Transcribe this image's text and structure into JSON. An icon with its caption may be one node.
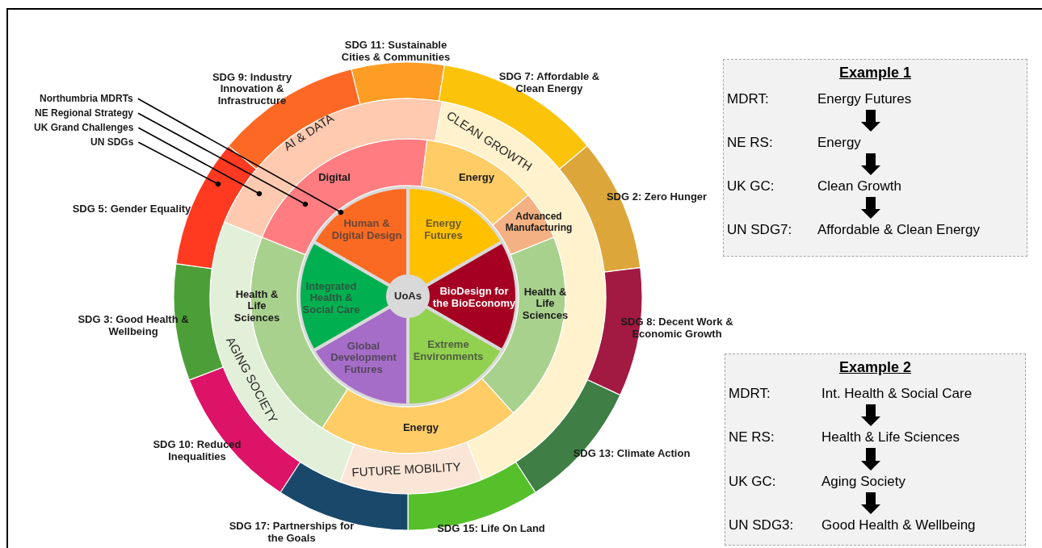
{
  "diagram": {
    "nodes": [
      {
        "text": [
          "UoAs"
        ]
      },
      {
        "text": [
          "Human & Digital Design"
        ]
      },
      {
        "text": [
          "Energy Futures"
        ]
      },
      {
        "text": [
          "BioDesign for the BioEconomy"
        ]
      },
      {
        "text": [
          "Extreme Environments"
        ]
      },
      {
        "text": [
          "Global Development Futures"
        ]
      },
      {
        "text": [
          "Integrated Health & Social Care"
        ]
      },
      {
        "text": [
          "Digital"
        ]
      },
      {
        "text": [
          "Energy"
        ]
      },
      {
        "text": [
          "Advanced Manufacturing"
        ]
      },
      {
        "text": [
          "Health & Life Sciences"
        ]
      },
      {
        "text": [
          "Energy"
        ]
      },
      {
        "text": [
          "Health & Life Sciences"
        ]
      },
      {
        "text": [
          "AI & DATA"
        ]
      },
      {
        "text": [
          "CLEAN GROWTH"
        ]
      },
      {
        "text": [
          "FUTURE MOBILITY"
        ]
      },
      {
        "text": [
          "AGING SOCIETY"
        ]
      },
      {
        "text": [
          "SDG 11: Sustainable Cities & Communities"
        ]
      },
      {
        "text": [
          "SDG 7: Affordable & Clean Energy"
        ]
      },
      {
        "text": [
          "SDG 2: Zero Hunger"
        ]
      },
      {
        "text": [
          "SDG 8: Decent Work & Economic Growth"
        ]
      },
      {
        "text": [
          "SDG 13: Climate Action"
        ]
      },
      {
        "text": [
          "SDG 15: Life On Land"
        ]
      },
      {
        "text": [
          "SDG 17: Partnerships for the Goals"
        ]
      },
      {
        "text": [
          "SDG 10: Reduced Inequalities"
        ]
      },
      {
        "text": [
          "SDG 3: Good Health & Wellbeing"
        ]
      },
      {
        "text": [
          "SDG 5: Gender Equality"
        ]
      },
      {
        "text": [
          "SDG 9: Industry Innovation & Infrastructure"
        ]
      },
      {
        "text": [
          "Northumbria MDRTs"
        ]
      },
      {
        "text": [
          "NE Regional Strategy"
        ]
      },
      {
        "text": [
          "UK Grand Challenges"
        ]
      },
      {
        "text": [
          "UN SDGs"
        ]
      },
      {
        "text": [
          "Example 1"
        ]
      },
      {
        "text": [
          "MDRT:",
          "Energy Futures"
        ],
        "in": 32
      },
      {
        "text": [
          "NE RS:",
          "Energy"
        ],
        "in": 32
      },
      {
        "text": [
          "UK GC:",
          "Clean Growth"
        ],
        "in": 32
      },
      {
        "text": [
          "UN SDG7:",
          "Affordable & Clean Energy"
        ],
        "in": 32
      },
      {
        "text": [
          "Example 2"
        ]
      },
      {
        "text": [
          "MDRT:",
          "Int. Health & Social Care"
        ],
        "in": 37
      },
      {
        "text": [
          "NE RS:",
          "Health & Life Sciences"
        ],
        "in": 37
      },
      {
        "text": [
          "UK GC:",
          "Aging Society"
        ],
        "in": 37
      },
      {
        "text": [
          "UN SDG3:",
          "Good Health & Wellbeing"
        ],
        "in": 37
      }
    ],
    "edges": [
      {
        "from": 28,
        "to": 1,
        "arrow": "other"
      },
      {
        "from": 29,
        "to": 7,
        "arrow": "other"
      },
      {
        "from": 30,
        "to": 13,
        "arrow": "other"
      },
      {
        "from": 31,
        "to": 26,
        "arrow": "other"
      },
      {
        "from": 33,
        "to": 34,
        "arrow": "to"
      },
      {
        "from": 34,
        "to": 35,
        "arrow": "to"
      },
      {
        "from": 35,
        "to": 36,
        "arrow": "to"
      },
      {
        "from": 38,
        "to": 39,
        "arrow": "to"
      },
      {
        "from": 39,
        "to": 40,
        "arrow": "to"
      },
      {
        "from": 40,
        "to": 41,
        "arrow": "to"
      }
    ]
  }
}
